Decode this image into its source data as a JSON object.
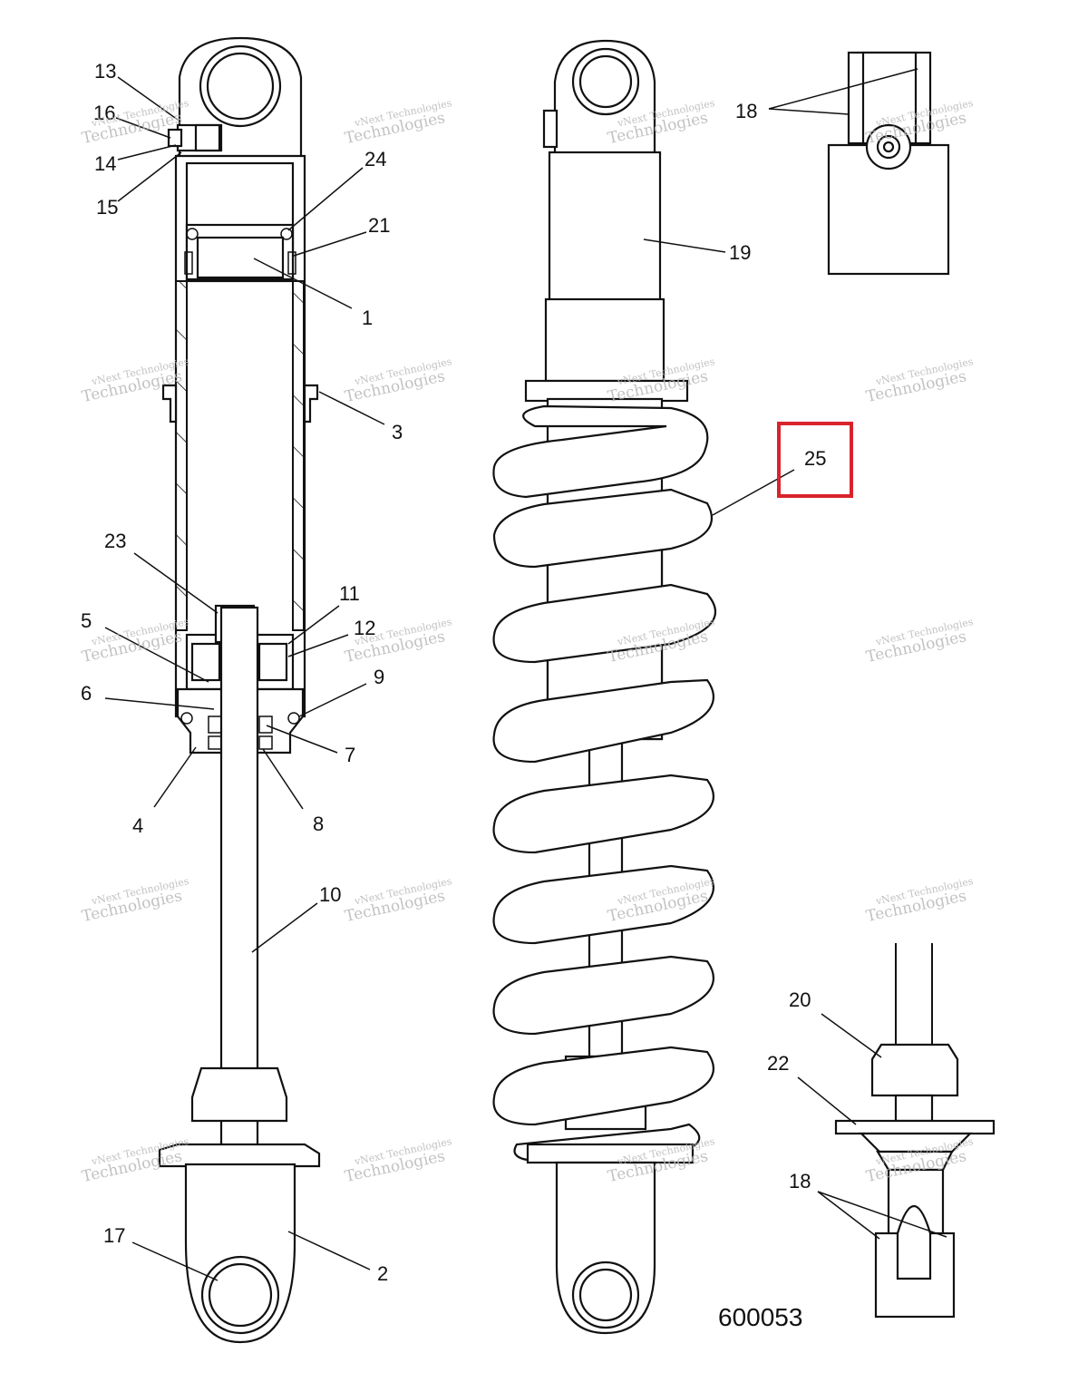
{
  "figure_number": "600053",
  "highlight": {
    "label": "25",
    "color": "#d9232a"
  },
  "watermark": {
    "line1": "vNext Technologies",
    "line2": "Technologies"
  },
  "callouts": {
    "c1": "1",
    "c2": "2",
    "c3": "3",
    "c4": "4",
    "c5": "5",
    "c6": "6",
    "c7": "7",
    "c8": "8",
    "c9": "9",
    "c10": "10",
    "c11": "11",
    "c12": "12",
    "c13": "13",
    "c14": "14",
    "c15": "15",
    "c16": "16",
    "c17": "17",
    "c18a": "18",
    "c18b": "18",
    "c19": "19",
    "c20": "20",
    "c21": "21",
    "c22": "22",
    "c23": "23",
    "c24": "24",
    "c25": "25"
  }
}
